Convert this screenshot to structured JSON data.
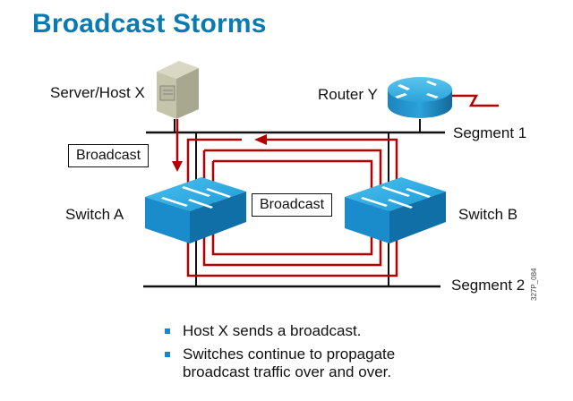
{
  "slide": {
    "title": "Broadcast Storms",
    "figure_id": "327P_084"
  },
  "diagram": {
    "nodes": {
      "server": {
        "label": "Server/Host X",
        "icon": "server-icon"
      },
      "router": {
        "label": "Router Y",
        "icon": "router-icon"
      },
      "switch_a": {
        "label": "Switch A",
        "icon": "switch-icon"
      },
      "switch_b": {
        "label": "Switch B",
        "icon": "switch-icon"
      }
    },
    "segments": {
      "seg1": "Segment 1",
      "seg2": "Segment 2"
    },
    "callouts": {
      "host_broadcast": "Broadcast",
      "loop_broadcast": "Broadcast"
    },
    "colors": {
      "title": "#0a7bb0",
      "switch": "#1a9ad6",
      "traffic": "#b30000",
      "bullet": "#1a86c5"
    }
  },
  "bullets": [
    "Host X sends a broadcast.",
    "Switches continue to propagate broadcast traffic over and over."
  ]
}
